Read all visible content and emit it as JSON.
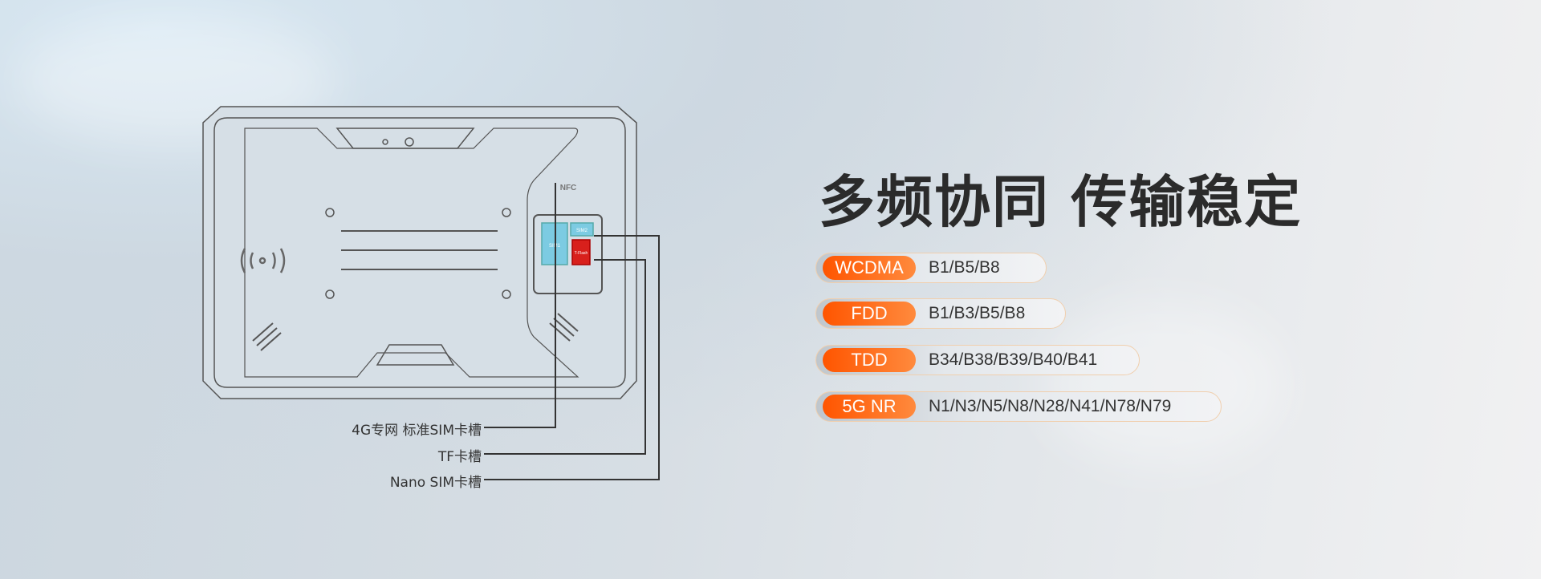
{
  "headline": "多频协同 传输稳定",
  "bands": [
    {
      "tag": "WCDMA",
      "values": "B1/B5/B8"
    },
    {
      "tag": "FDD",
      "values": "B1/B3/B5/B8"
    },
    {
      "tag": "TDD",
      "values": "B34/B38/B39/B40/B41"
    },
    {
      "tag": "5G NR",
      "values": "N1/N3/N5/N8/N28/N41/N78/N79"
    }
  ],
  "callouts": {
    "sim_slot": "4G专网 标准SIM卡槽",
    "tf_slot": "TF卡槽",
    "nano_slot": "Nano SIM卡槽"
  },
  "device_labels": {
    "nfc": "NFC",
    "sim1": "SIM1",
    "sim2": "SIM2",
    "tf": "T-Flash"
  },
  "colors": {
    "accent": "#ff6a13",
    "text": "#2b2b2b"
  }
}
